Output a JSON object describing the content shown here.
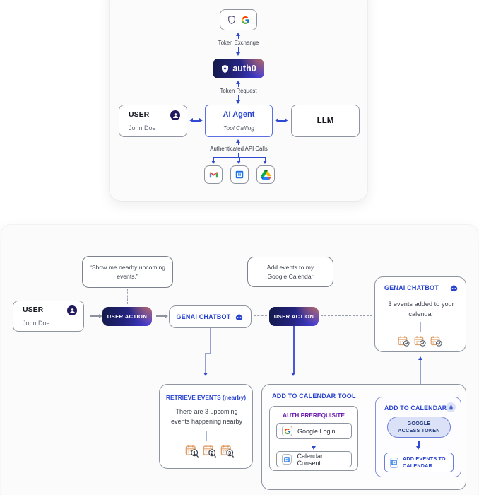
{
  "top_diagram": {
    "identity_providers": {
      "icons": [
        "auth0-shield-icon",
        "google-g-icon"
      ]
    },
    "token_exchange_label": "Token Exchange",
    "auth0": {
      "brand": "auth0"
    },
    "token_request_label": "Token Request",
    "user": {
      "title": "USER",
      "name": "John Doe"
    },
    "ai_agent": {
      "title": "AI Agent",
      "subtitle": "Tool Calling"
    },
    "llm": {
      "title": "LLM"
    },
    "authenticated_api_calls_label": "Authenticated API Calls",
    "services": [
      "gmail-icon",
      "google-calendar-icon",
      "google-drive-icon"
    ]
  },
  "bottom_diagram": {
    "speech_show_events": "“Show me nearby upcoming events.”",
    "speech_add_events": "Add events to my Google Calendar",
    "user": {
      "title": "USER",
      "name": "John Doe"
    },
    "user_action_1": "USER ACTION",
    "user_action_2": "USER ACTION",
    "genai_chatbot_1": "GENAI CHATBOT",
    "genai_chatbot_2": {
      "title": "GENAI CHATBOT",
      "message": "3 events added to your calendar"
    },
    "retrieve_events": {
      "title": "RETRIEVE EVENTS (nearby)",
      "message": "There are 3 upcoming events happening nearby",
      "event_numbers": [
        "1",
        "2",
        "3"
      ]
    },
    "add_to_calendar_tool": {
      "title": "ADD TO CALENDAR TOOL",
      "auth_prerequisite": {
        "title": "AUTH PREREQUISITE",
        "google_login": "Google Login",
        "calendar_consent": "Calendar Consent"
      },
      "add_to_calendar": {
        "title": "ADD TO CALENDAR",
        "token_pill": "GOOGLE ACCESS TOKEN",
        "add_events_button": "ADD EVENTS TO CALENDAR"
      }
    }
  },
  "colors": {
    "accent_blue": "#2843d0",
    "purple": "#6a1cb0",
    "navy_avatar": "#221a5e",
    "orange_calendar": "#dfa06b",
    "gradient_pill_start": "#131a48",
    "gradient_pill_end": "#4a42e4"
  }
}
